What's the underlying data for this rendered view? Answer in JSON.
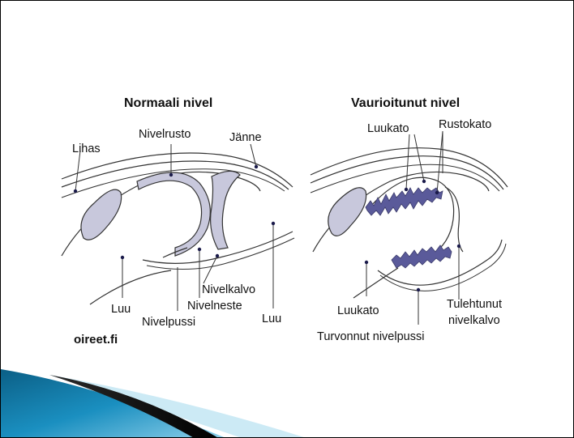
{
  "slide": {
    "accent_color": "#1a8fc0"
  },
  "diagram": {
    "colors": {
      "cartilage": "#c8c8dc",
      "outline": "#333333",
      "damage": "#5a5a9a",
      "dot": "#1a1a4a"
    },
    "normal": {
      "title": "Normaali nivel",
      "labels": {
        "lihas": "Lihas",
        "nivelrusto": "Nivelrusto",
        "janne": "Jänne",
        "luu_left": "Luu",
        "nivelpussi": "Nivelpussi",
        "nivelneste": "Nivelneste",
        "nivelkalvo": "Nivelkalvo",
        "luu_right": "Luu"
      }
    },
    "damaged": {
      "title": "Vaurioitunut nivel",
      "labels": {
        "luukato_top": "Luukato",
        "rustokato": "Rustokato",
        "luukato_bottom": "Luukato",
        "turvonnut": "Turvonnut nivelpussi",
        "tulehtunut_1": "Tulehtunut",
        "tulehtunut_2": "nivelkalvo"
      }
    },
    "watermark": "oireet.fi"
  }
}
